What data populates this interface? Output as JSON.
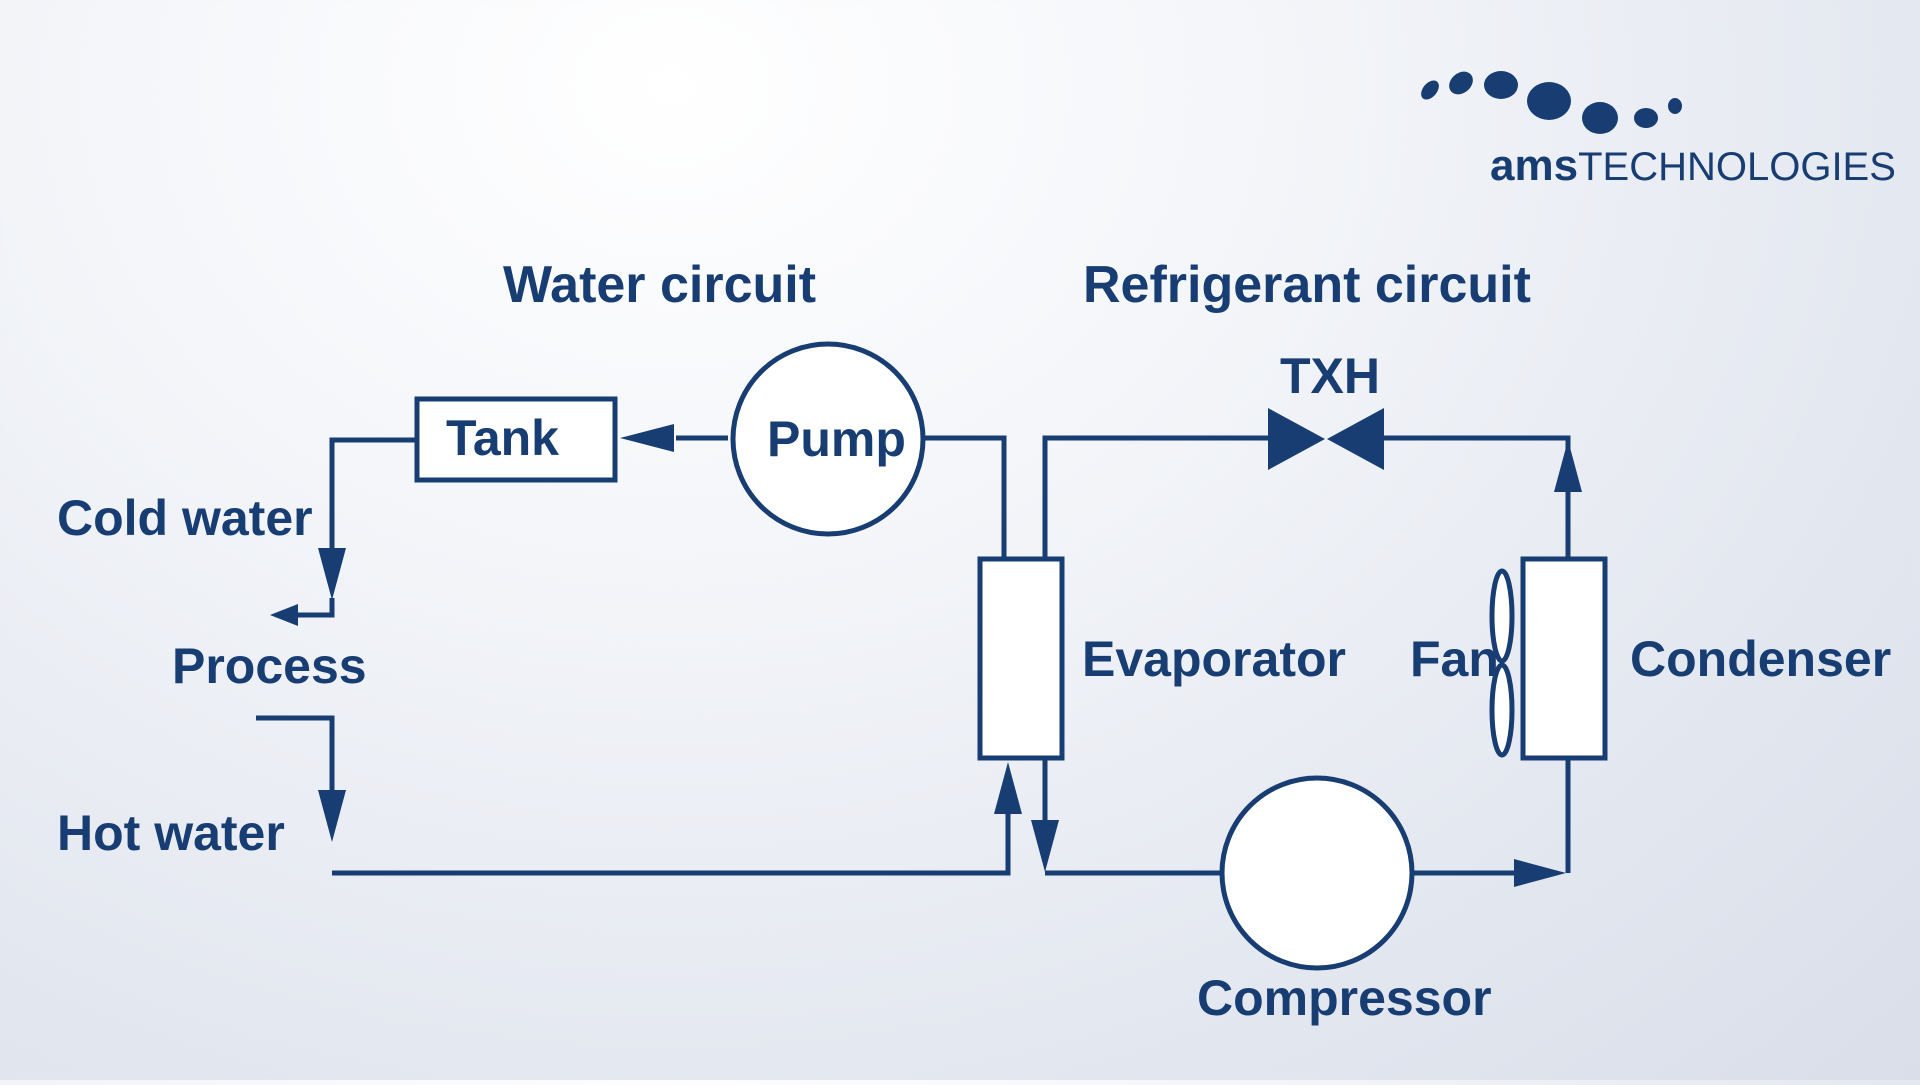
{
  "brand": {
    "logo_bold": "ams",
    "logo_light": "TECHNOLOGIES"
  },
  "titles": {
    "water_circuit": "Water circuit",
    "refrigerant_circuit": "Refrigerant circuit"
  },
  "components": {
    "tank": "Tank",
    "pump": "Pump",
    "txh": "TXH",
    "evaporator": "Evaporator",
    "fan": "Fan",
    "condenser": "Condenser",
    "compressor": "Compressor"
  },
  "water_labels": {
    "cold_water": "Cold water",
    "process": "Process",
    "hot_water": "Hot water"
  },
  "colors": {
    "ink": "#173d72",
    "fill": "#ffffff"
  }
}
